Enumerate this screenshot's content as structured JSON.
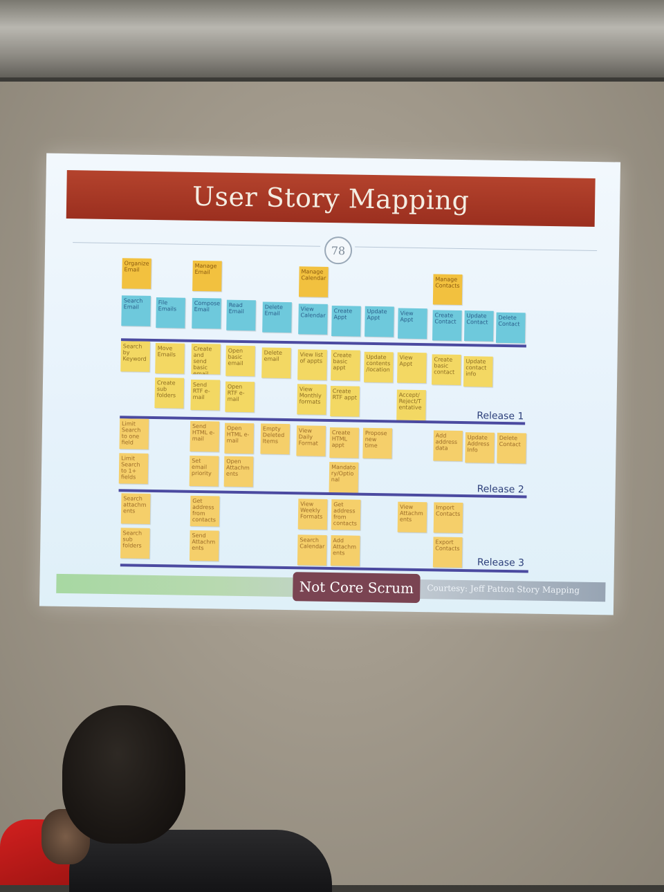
{
  "slide": {
    "title": "User Story Mapping",
    "page_number": "78",
    "footer_button": "Not Core Scrum",
    "courtesy": "Courtesy:  Jeff Patton Story Mapping"
  },
  "activities": [
    {
      "label": "Organize Email"
    },
    {
      "label": "Manage Email"
    },
    {
      "label": "Manage Calendar"
    },
    {
      "label": "Manage Contacts"
    }
  ],
  "tasks": [
    "Search Email",
    "File Emails",
    "Compose Email",
    "Read Email",
    "Delete Email",
    "View Calendar",
    "Create Appt",
    "Update Appt",
    "View Appt",
    "Create Contact",
    "Update Contact",
    "Delete Contact"
  ],
  "release_1": [
    "Search by Keyword",
    "Move Emails",
    "Create and send basic email",
    "Open basic email",
    "Delete email",
    "View list of appts",
    "Create basic appt",
    "Update contents /location",
    "View Appt",
    "Create basic contact",
    "Update contact info",
    "Create sub folders",
    "Send RTF e-mail",
    "Open RTF e-mail",
    "View Monthly formats",
    "Create RTF appt",
    "Accept/ Reject/T entative"
  ],
  "release_2": [
    "Limit Search to one field",
    "Send HTML e-mail",
    "Open HTML e-mail",
    "Empty Deleted Items",
    "View Daily Format",
    "Create HTML appt",
    "Propose new time",
    "Add address data",
    "Update Address Info",
    "Delete Contact",
    "Limit Search to 1+ fields",
    "Set email priority",
    "Open Attachm ents",
    "Mandato ry/Optio nal"
  ],
  "release_3": [
    "Search attachm ents",
    "Get address from contacts",
    "View Weekly Formats",
    "Get address from contacts",
    "View Attachm ents",
    "Import Contacts",
    "Search sub folders",
    "Send Attachm ents",
    "Search Calendar",
    "Add Attachm ents",
    "Export Contacts"
  ],
  "release_labels": [
    "Release 1",
    "Release 2",
    "Release 3"
  ],
  "colors": {
    "banner": "#a63a26",
    "note_blue": "#6ec9dc",
    "note_yellow": "#f3d863",
    "note_orange": "#f2c13f",
    "release_line": "#4b4aa0",
    "not_core_button": "#7a4452"
  }
}
